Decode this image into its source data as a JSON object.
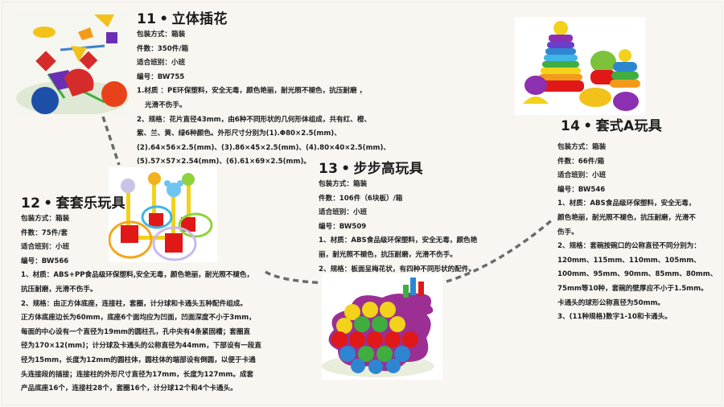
{
  "products": [
    {
      "number": "11",
      "name": "立体插花",
      "packaging": "包装方式：箱装",
      "quantity": "件数：350件/箱",
      "class": "适合班别：小班",
      "code": "编号：BW755",
      "description": [
        "1.材质 ：PE环保塑料，安全无毒，颜色艳丽，耐光照不褪色，抗压耐磨 ，",
        "光滑不伤手。",
        "2、规格：花片直径43mm，由6种不同形状的几何形体组成，共有红、橙、",
        "紫、兰、黄、绿6种颜色。外形尺寸分别为(1).Φ80×2.5(mm)、",
        "(2).64×56×2.5(mm)、(3).86×45×2.5(mm)、(4).80×40×2.5(mm)、",
        "(5).57×57×2.54(mm)、(6).61×69×2.5(mm)。"
      ],
      "image_icon": "flower-building-blocks-photo"
    },
    {
      "number": "12",
      "name": "套套乐玩具",
      "packaging": "包装方式：箱装",
      "quantity": "件数：75件/套",
      "class": "适合班别：小班",
      "code": "编号：BW566",
      "description": [
        "1、材质：ABS+PP食品级环保塑料,安全无毒，颜色艳丽，耐光照不褪色，",
        "抗压耐磨，光滑不伤手。",
        "2、规格：由正方体底座，连接柱，套圈，计分球和卡通头五种配件组成。",
        "正方体底座边长为60mm，底座6个面均应为凹面，凹面深度不小于3mm，",
        "每面的中心设有一个直径为19mm的圆柱孔，孔中央有4条紧固槽；套圈直",
        "径为170×12(mm)；计分球及卡通头的公称直径为44mm，下部设有一段直",
        "径为15mm，长度为12mm的圆柱体，圆柱体的端部设有倒圆，以便于卡通",
        "头连接段的插接；连接柱的外形尺寸直径为17mm，长度为127mm。成套",
        "产品底座16个，连接柱28个，套圈16个，计分球12个和4个卡通头。"
      ],
      "image_icon": "ring-toss-toy-photo"
    },
    {
      "number": "13",
      "name": "步步高玩具",
      "packaging": "包装方式：箱装",
      "quantity": "件数：106件（6块板）/箱",
      "class": "适合班别：小班",
      "code": "编号：BW509",
      "description": [
        "1、材质：ABS食品级环保塑料，安全无毒，颜色艳",
        "丽，耐光照不褪色，抗压耐磨，光滑不伤手。",
        "2、规格：板面呈梅花状，有四种不同形状的配件。"
      ],
      "image_icon": "peg-board-stacking-toy-photo"
    },
    {
      "number": "14",
      "name": "套式A玩具",
      "packaging": "包装方式：箱装",
      "quantity": "件数：66件/箱",
      "class": "适合班别：小班",
      "code": "编号：BW546",
      "description": [
        "1、材质：ABS食品级环保塑料，安全无毒，",
        "颜色艳丽，耐光照不褪色，抗压耐磨，光滑不",
        "伤手。",
        "2、规格：套碗按碗口的公称直径不同分别为：",
        "120mm、115mm、110mm、105mm、",
        "100mm、95mm、90mm、85mm、80mm、",
        "75mm等10种，套碗的壁厚应不小于1.5mm。",
        "卡通头的球形公称直径为50mm。",
        "3、(11种规格)数字1-10和卡通头。"
      ],
      "image_icon": "stacking-cups-toy-photo"
    }
  ],
  "separator": "•",
  "colors": {
    "background": "#f9f6f2",
    "text": "#1c1c1c",
    "connector": "#6b6b6b"
  }
}
